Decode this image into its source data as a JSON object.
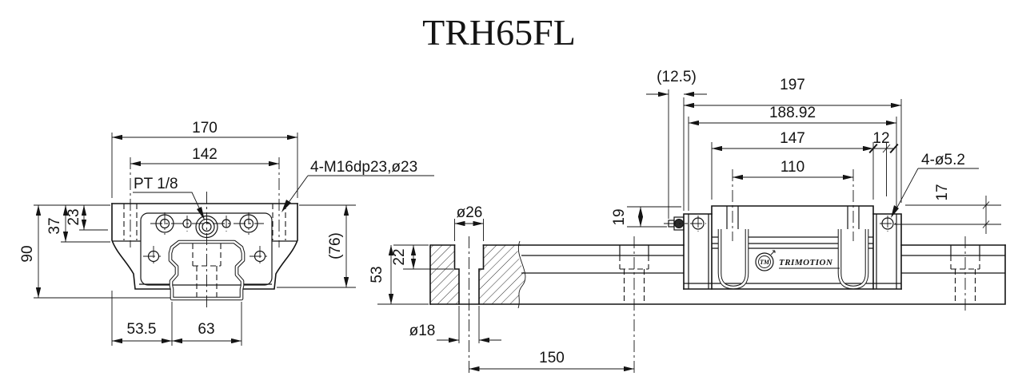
{
  "title": "TRH65FL",
  "logo": {
    "mark": "TM",
    "name": "TRIMOTION"
  },
  "front_view": {
    "dims": {
      "outer_width": "170",
      "hole_spacing": "142",
      "grease_port": "PT 1/8",
      "mount_holes": "4-M16dp23,ø23",
      "h_top": "23",
      "h_shoulder": "37",
      "h_total": "90",
      "h_block": "(76)",
      "b_offset": "53.5",
      "rail_width": "63"
    }
  },
  "side_view": {
    "dims": {
      "nipple_len": "(12.5)",
      "total_len": "197",
      "seal_len": "188.92",
      "body_len": "147",
      "end_len": "12",
      "hole_span": "110",
      "end_holes": "4-ø5.2",
      "v_right": "17",
      "v_left": "19",
      "cbore_dia": "ø26",
      "cbore_depth": "22",
      "rail_height": "53",
      "thru_dia": "ø18",
      "hole_pitch": "150"
    }
  }
}
